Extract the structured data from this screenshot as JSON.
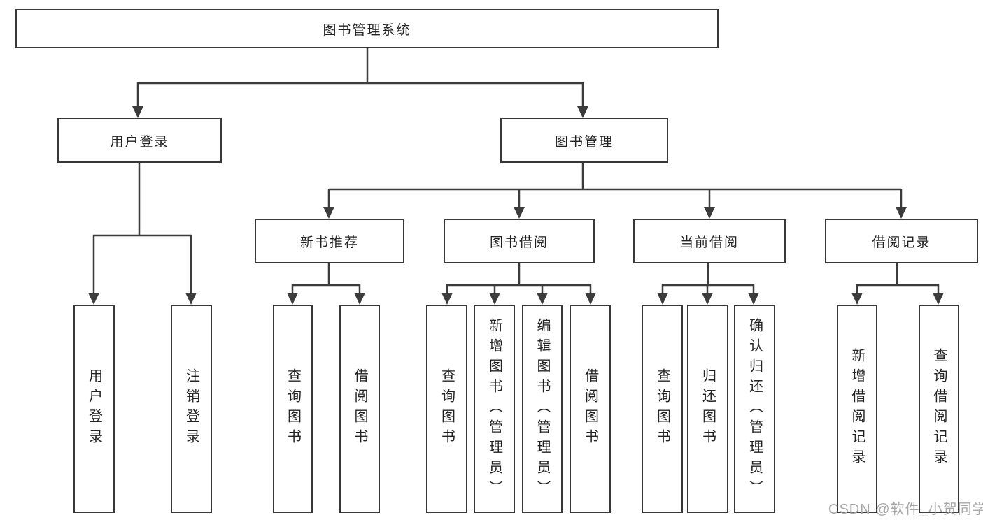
{
  "diagram": {
    "root": {
      "label": "图书管理系统"
    },
    "level2": [
      {
        "label": "用户登录"
      },
      {
        "label": "图书管理"
      }
    ],
    "level3": [
      {
        "label": "新书推荐"
      },
      {
        "label": "图书借阅"
      },
      {
        "label": "当前借阅"
      },
      {
        "label": "借阅记录"
      }
    ],
    "leaves": [
      {
        "label": "用户登录"
      },
      {
        "label": "注销登录"
      },
      {
        "label": "查询图书"
      },
      {
        "label": "借阅图书"
      },
      {
        "label": "查询图书"
      },
      {
        "label": "新增图书（管理员）"
      },
      {
        "label": "编辑图书（管理员）"
      },
      {
        "label": "借阅图书"
      },
      {
        "label": "查询图书"
      },
      {
        "label": "归还图书"
      },
      {
        "label": "确认归还（管理员）"
      },
      {
        "label": "新增借阅记录"
      },
      {
        "label": "查询借阅记录"
      }
    ],
    "watermark": "CSDN @软件_小贺同学",
    "colors": {
      "line": "#3c3c3c",
      "border": "#383838",
      "text": "#222222",
      "watermark": "#a8a8a8",
      "background": "#ffffff"
    }
  }
}
